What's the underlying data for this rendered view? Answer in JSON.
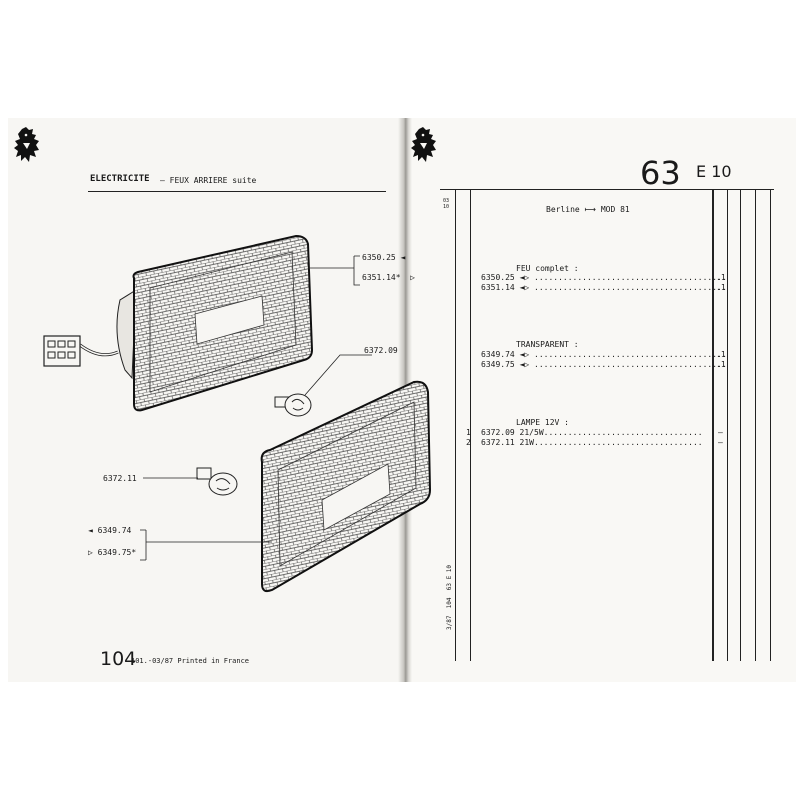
{
  "left_page": {
    "section_title": "ELECTRICITE",
    "section_subtitle": "– FEUX ARRIERE suite",
    "callouts": {
      "c1": "6350.25",
      "c2": "6351.14*",
      "c3": "6372.09",
      "c4": "6372.11",
      "c5": "6349.74",
      "c6": "6349.75*"
    },
    "page_number": "104",
    "footer_text": "101.-03/87 Printed in France"
  },
  "right_page": {
    "group_number": "63",
    "group_code": "E 10",
    "model_header": "Berline ⟼ MOD 81",
    "margin_code_top": "03\n10",
    "margin_code_bottom": "3/87  104  63 E 10",
    "groups": [
      {
        "title": "FEU complet :",
        "rows": [
          {
            "idx": "",
            "ref": "6350.25",
            "sym": "◄▷",
            "desc": "",
            "qty": ".1"
          },
          {
            "idx": "",
            "ref": "6351.14",
            "sym": "◄▷",
            "desc": "",
            "qty": ".1"
          }
        ]
      },
      {
        "title": "TRANSPARENT :",
        "rows": [
          {
            "idx": "",
            "ref": "6349.74",
            "sym": "◄▷",
            "desc": "",
            "qty": ".1"
          },
          {
            "idx": "",
            "ref": "6349.75",
            "sym": "◄▷",
            "desc": "",
            "qty": ".1"
          }
        ]
      },
      {
        "title": "LAMPE 12V :",
        "rows": [
          {
            "idx": "1",
            "ref": "6372.09",
            "sym": "",
            "desc": "21/5W",
            "qty": ""
          },
          {
            "idx": "2",
            "ref": "6372.11",
            "sym": "",
            "desc": "21W",
            "qty": ""
          }
        ]
      }
    ]
  },
  "colors": {
    "ink": "#1a1a1a",
    "paper": "#f7f6f3",
    "background": "#ffffff"
  }
}
